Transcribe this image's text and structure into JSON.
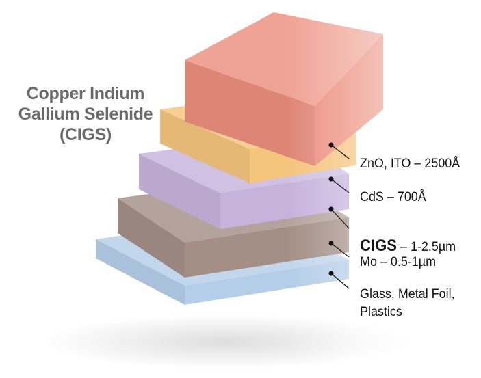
{
  "title": {
    "line1": "Copper Indium",
    "line2": "Gallium Selenide",
    "line3": "(CIGS)"
  },
  "layers": [
    {
      "label": "ZnO, ITO – 2500Å",
      "color": "#ec8f7d"
    },
    {
      "label": "CdS – 700Å",
      "color": "#f5c47d"
    },
    {
      "label_bold": "CIGS",
      "label_rest": " – 1-2.5µm",
      "color": "#c6b3dc"
    },
    {
      "label": "Mo – 0.5-1µm",
      "color": "#a38f86"
    },
    {
      "label_line1": "Glass, Metal Foil,",
      "label_line2": "Plastics",
      "color": "#b4cde8"
    }
  ]
}
